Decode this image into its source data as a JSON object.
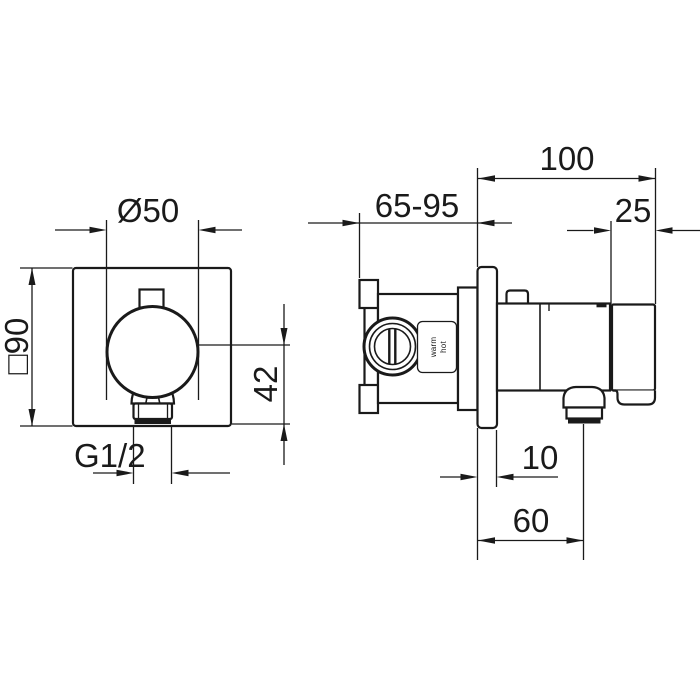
{
  "colors": {
    "line": "#1a1a1a",
    "background": "#ffffff"
  },
  "front_view": {
    "diameter_label": "Ø50",
    "square_label": "□90",
    "thread_label": "G1/2",
    "center_to_bottom_label": "42"
  },
  "side_view": {
    "depth_range_label": "65-95",
    "width_label": "100",
    "handle_width_label": "25",
    "plate_thickness_label": "10",
    "outlet_offset_label": "60",
    "warm_label": "warm",
    "hot_label": "hot"
  }
}
